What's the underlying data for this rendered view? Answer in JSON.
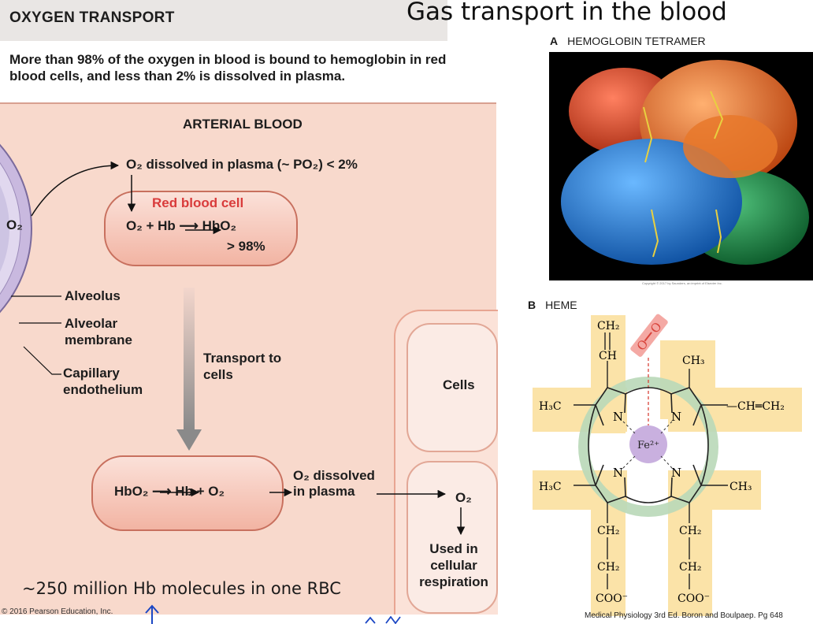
{
  "header": "OXYGEN TRANSPORT",
  "slide_title": "Gas transport in the blood",
  "intro": "More than 98% of the oxygen in blood is bound to hemoglobin in red blood cells, and less than 2% is dissolved in plasma.",
  "diagram": {
    "arterial_blood": "ARTERIAL BLOOD",
    "o2_left": "O₂",
    "dissolved_top": "O₂ dissolved in plasma (~ PO₂) < 2%",
    "rbc_label": "Red blood cell",
    "rbc_reaction": "O₂ + Hb ⟶ HbO₂",
    "rbc_percent": "> 98%",
    "alveolus": "Alveolus",
    "alveolar_membrane": "Alveolar membrane",
    "capillary_endothelium": "Capillary endothelium",
    "transport": "Transport to cells",
    "bottom_reaction": "HbO₂ ⟶ Hb + O₂",
    "o2_dissolved_bottom": "O₂ dissolved in plasma",
    "o2_right": "O₂",
    "cells": "Cells",
    "used_in": "Used in cellular respiration",
    "copyright": "© 2016 Pearson Education, Inc."
  },
  "panel_a": {
    "letter": "A",
    "title": "HEMOGLOBIN TETRAMER",
    "photo_caption": "Copyright © 2017 by Saunders, an imprint of Elsevier Inc."
  },
  "panel_b": {
    "letter": "B",
    "title": "HEME",
    "atoms": {
      "ch2_top": "CH₂",
      "ch_top": "CH",
      "ch3_top": "CH₃",
      "h3c_left_top": "H₃C",
      "ch_ch2_right": "—CH═CH₂",
      "h3c_left_bottom": "H₃C",
      "ch3_right_bottom": "CH₃",
      "n": "N",
      "fe": "Fe²⁺",
      "o": "O",
      "ch2": "CH₂",
      "coo": "COO⁻"
    }
  },
  "bottom_note": "~250 million Hb molecules in one RBC",
  "citation": "Medical Physiology 3rd Ed. Boron and Boulpaep. Pg 648"
}
